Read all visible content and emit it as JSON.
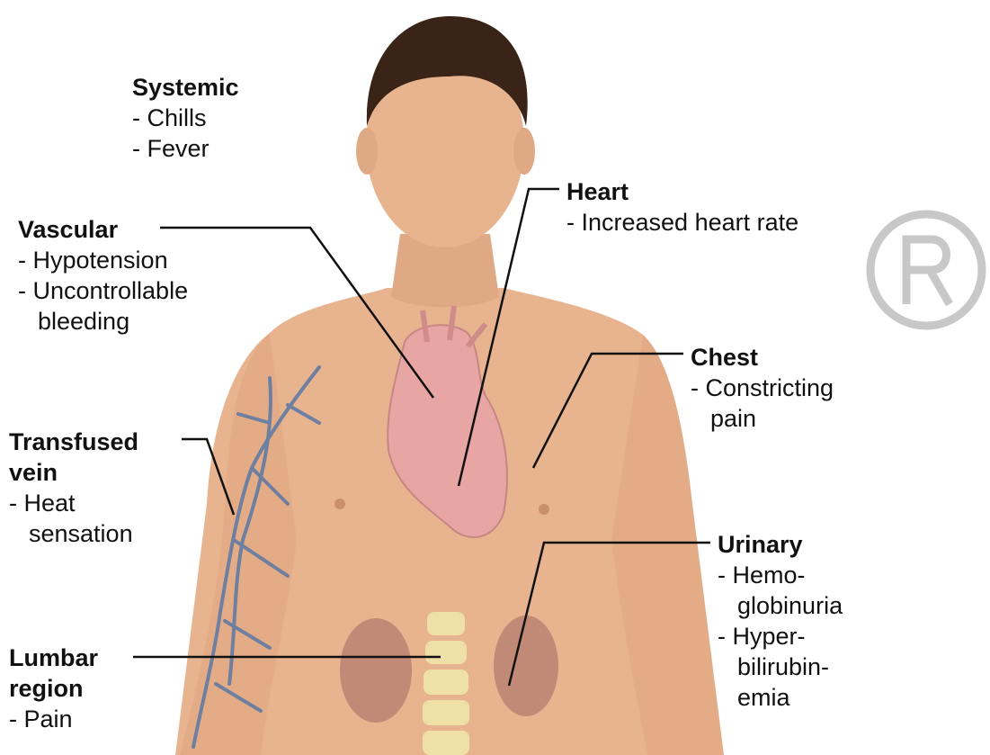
{
  "colors": {
    "skin": "#e8b48f",
    "skin_shade": "#d9a07a",
    "hair": "#3a2418",
    "heart": "#e7a6a4",
    "kidney": "#b88372",
    "spine": "#efe0a8",
    "vein": "#6f7fa0",
    "leader": "#111111",
    "watermark": "#c8c8c8"
  },
  "icons": {
    "watermark": "registered-mark-icon"
  },
  "labels": {
    "systemic": {
      "title": "Systemic",
      "items": [
        "- Chills",
        "- Fever"
      ]
    },
    "vascular": {
      "title": "Vascular",
      "items": [
        "- Hypotension",
        "- Uncontrollable"
      ],
      "cont": "bleeding"
    },
    "heart": {
      "title": "Heart",
      "items": [
        "- Increased heart rate"
      ]
    },
    "chest": {
      "title": "Chest",
      "items": [
        "- Constricting"
      ],
      "cont": "pain"
    },
    "transfused_vein": {
      "title1": "Transfused",
      "title2": "vein",
      "items": [
        "- Heat"
      ],
      "cont": "sensation"
    },
    "urinary": {
      "title": "Urinary",
      "items": [
        "- Hemo-",
        "globinuria",
        "- Hyper-",
        "bilirubin-",
        "emia"
      ]
    },
    "lumbar": {
      "title1": "Lumbar",
      "title2": "region",
      "items": [
        "- Pain"
      ]
    }
  }
}
